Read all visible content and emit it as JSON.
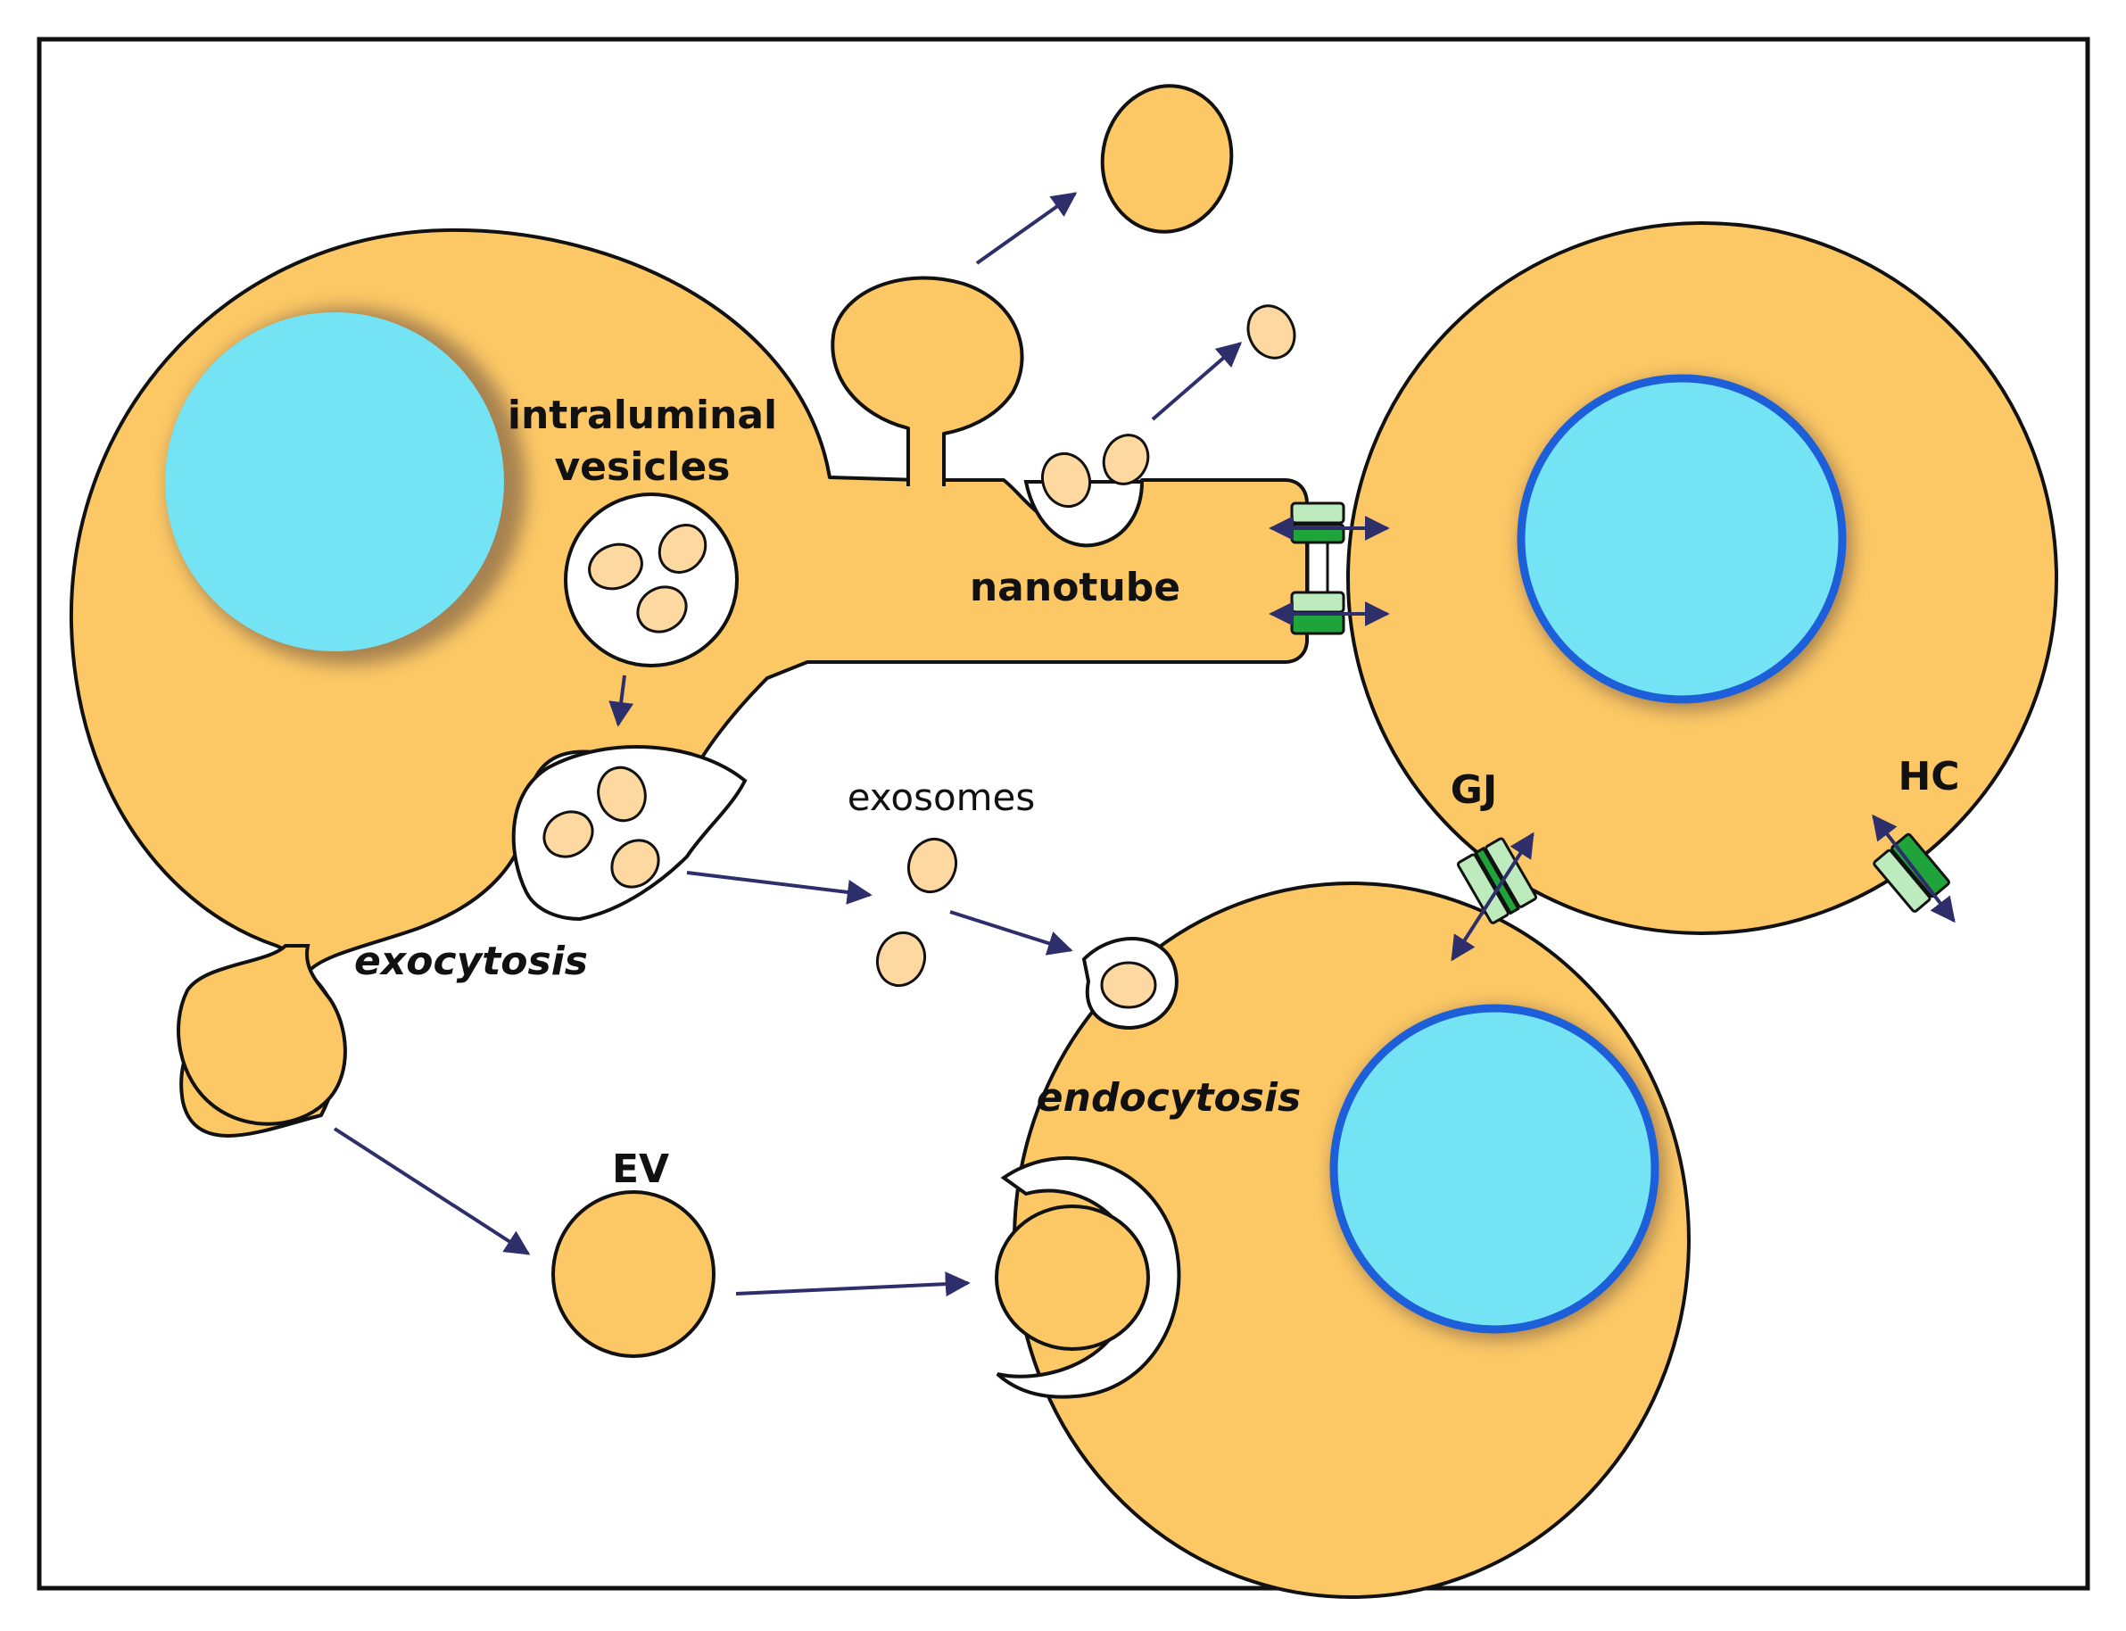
{
  "colors": {
    "cell_fill": "#FCC865",
    "cell_outline": "#111111",
    "nucleus_fill": "#74E3F4",
    "nucleus_rim_blue": "#1D5FD9",
    "nucleus_shadow": "#8A6A4A",
    "vesicle_fill": "#FDD8A0",
    "arrow": "#2E2E6B",
    "channel_light": "#BDEBBD",
    "channel_dark": "#1FA33B"
  },
  "labels": {
    "intraluminal_line1": "intraluminal",
    "intraluminal_line2": "vesicles",
    "nanotube": "nanotube",
    "exosomes": "exosomes",
    "exocytosis": "exocytosis",
    "endocytosis": "endocytosis",
    "ev": "EV",
    "gj": "GJ",
    "hc": "HC"
  }
}
